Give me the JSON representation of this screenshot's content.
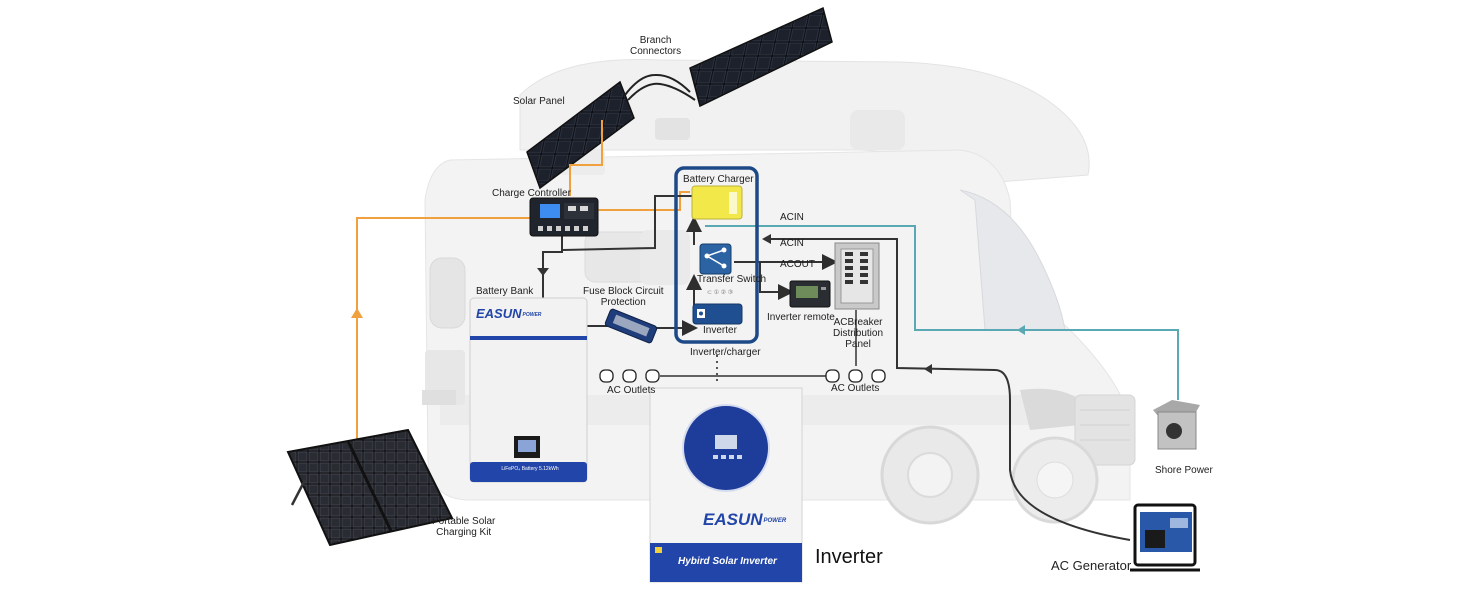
{
  "labels": {
    "branch_connectors": "Branch\nConnectors",
    "solar_panel": "Solar Panel",
    "charge_controller": "Charge Controller",
    "battery_charger": "Battery Charger",
    "acin_1": "ACIN",
    "acin_2": "ACIN",
    "acout": "ACOUT",
    "transfer_switch": "Transfer Switch",
    "battery_bank": "Battery Bank",
    "fuse_block": "Fuse Block Circuit\nProtection",
    "inverter_small": "Inverter",
    "inverter_remote": "Inverter remote",
    "acbreaker_panel": "ACBreaker\nDistribution\nPanel",
    "inverter_charger": "Inverter/charger",
    "ac_outlets_left": "AC Outlets",
    "ac_outlets_right": "AC Outlets",
    "shore_power": "Shore Power",
    "portable_solar": "Portable Solar\nCharging Kit",
    "inverter_big": "Inverter",
    "ac_generator": "AC Generator"
  },
  "products": {
    "battery_brand": "EASUN",
    "battery_brand_sub": "POWER",
    "battery_model": "LiFePO₄ Battery 5.12kWh",
    "inverter_brand": "EASUN",
    "inverter_brand_sub": "POWER",
    "inverter_model": "Hybird Solar Inverter"
  },
  "colors": {
    "solar_wire": "#f0a03c",
    "dc_wire": "#3a3a3a",
    "shore_wire": "#5aa8b4",
    "accent_blue": "#2145a8",
    "inverter_box_border": "#1d4a87",
    "charger_yellow": "#f2e84a"
  }
}
